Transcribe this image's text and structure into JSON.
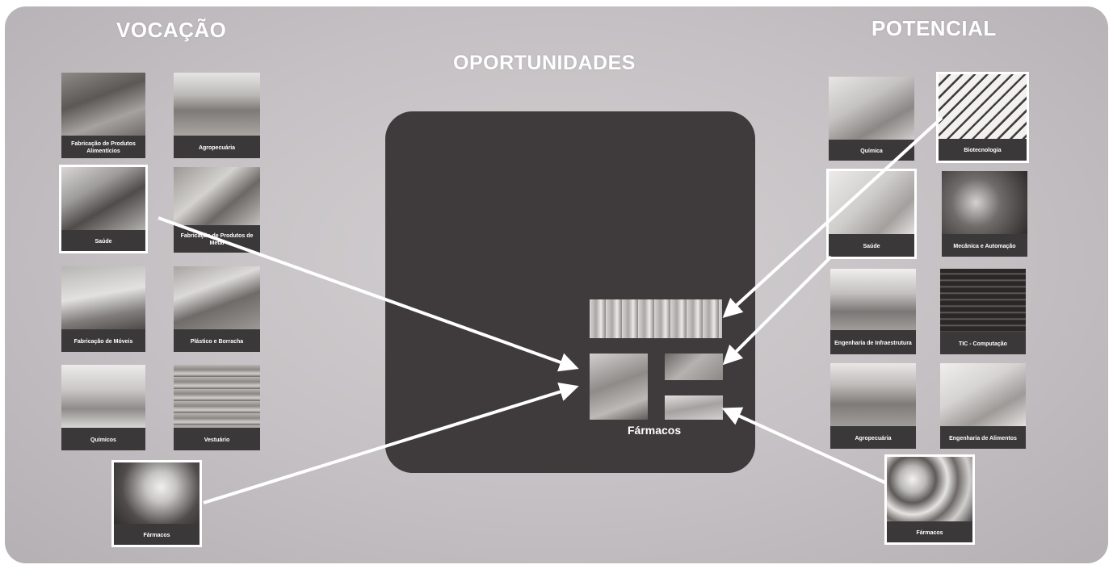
{
  "headings": {
    "left": "VOCAÇÃO",
    "center": "OPORTUNIDADES",
    "right": "POTENCIAL"
  },
  "left_tiles": [
    {
      "label": "Fabricação de Produtos Alimentícios",
      "theme": "food-industry"
    },
    {
      "label": "Agropecuária",
      "theme": "fields"
    },
    {
      "label": "Saúde",
      "theme": "health-keyboard"
    },
    {
      "label": "Fabricação de Produtos de Metal",
      "theme": "metal"
    },
    {
      "label": "Fabricação de Móveis",
      "theme": "furniture"
    },
    {
      "label": "Plástico e Borracha",
      "theme": "plastic"
    },
    {
      "label": "Químicos",
      "theme": "lab-flasks"
    },
    {
      "label": "Vestuário",
      "theme": "clothes"
    }
  ],
  "left_pharma": {
    "label": "Fármacos",
    "theme": "pills"
  },
  "right_tiles": [
    {
      "label": "Química",
      "theme": "lab"
    },
    {
      "label": "Biotecnologia",
      "theme": "dna"
    },
    {
      "label": "Saúde",
      "theme": "lab-gloves"
    },
    {
      "label": "Mecânica e Automação",
      "theme": "machine"
    },
    {
      "label": "Engenharia de Infraestrutura",
      "theme": "construction"
    },
    {
      "label": "TIC - Computação",
      "theme": "code"
    },
    {
      "label": "Agropecuária",
      "theme": "wheat"
    },
    {
      "label": "Engenharia de Alimentos",
      "theme": "food-lab"
    }
  ],
  "right_pharma": {
    "label": "Fármacos",
    "theme": "pills"
  },
  "center": {
    "label": "Fármacos"
  },
  "colors": {
    "panel": "#c7c3c6",
    "box": "#3f3b3d",
    "arrow": "#ffffff",
    "caption": "#3b3839"
  }
}
